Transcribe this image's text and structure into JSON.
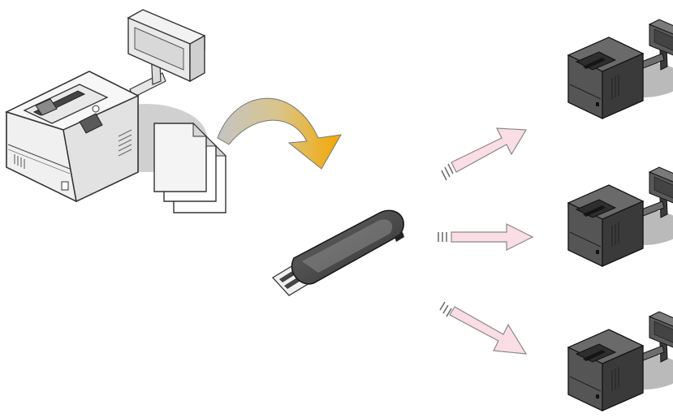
{
  "diagram": {
    "source": {
      "device": "printer-with-customer-display",
      "color": "light-gray"
    },
    "config_documents": {
      "count": 3
    },
    "transfer_arrow": {
      "colors": [
        "#bdbdbd",
        "#f5a800"
      ]
    },
    "storage": {
      "device": "usb-flash-drive"
    },
    "distribution_arrows": {
      "count": 3,
      "fill": "#fbdde6",
      "stroke": "#888888"
    },
    "targets": [
      {
        "device": "printer-with-customer-display",
        "color": "dark-gray"
      },
      {
        "device": "printer-with-customer-display",
        "color": "dark-gray"
      },
      {
        "device": "printer-with-customer-display",
        "color": "dark-gray"
      }
    ]
  }
}
